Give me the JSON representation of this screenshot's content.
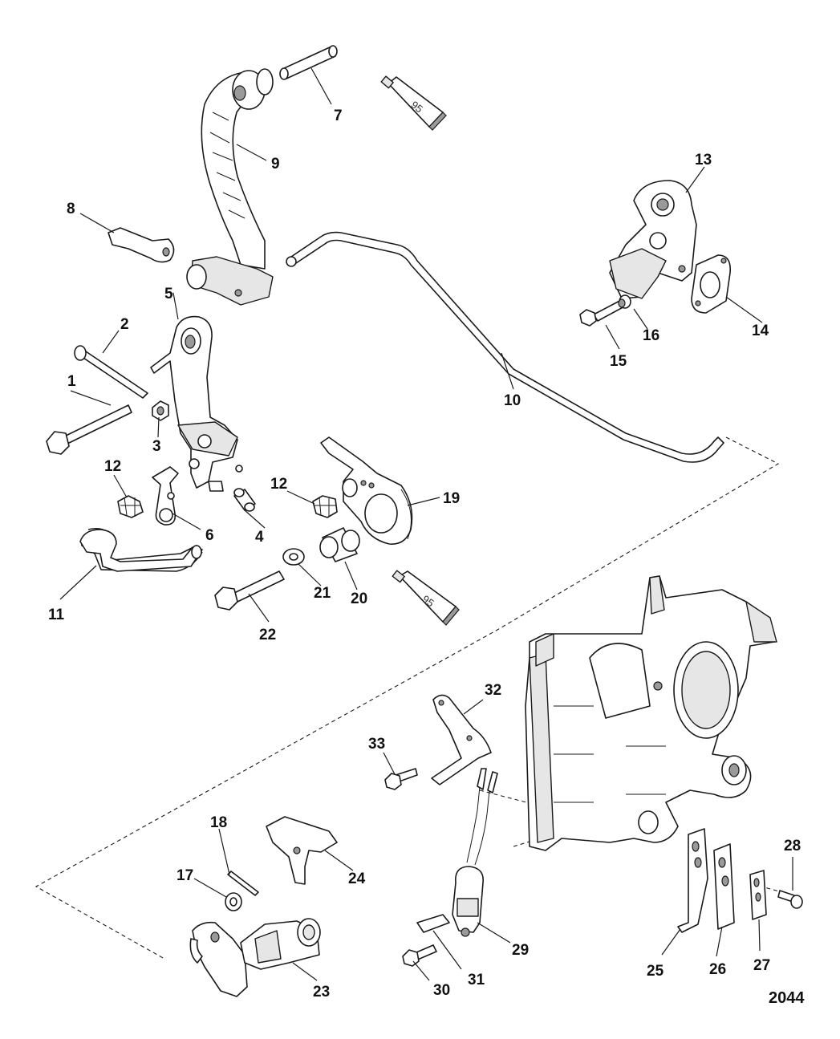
{
  "figure_number": "2044",
  "callouts": [
    "1",
    "2",
    "3",
    "4",
    "5",
    "6",
    "7",
    "8",
    "9",
    "10",
    "11",
    "12",
    "12",
    "13",
    "14",
    "15",
    "16",
    "17",
    "18",
    "19",
    "20",
    "21",
    "22",
    "23",
    "24",
    "25",
    "26",
    "27",
    "28",
    "29",
    "30",
    "31",
    "32",
    "33"
  ],
  "tube_labels": [
    "95",
    "95"
  ],
  "parts": [
    {
      "id": "pin",
      "icon": "pin-icon"
    },
    {
      "id": "tube-sealant-top",
      "icon": "sealant-tube-icon"
    },
    {
      "id": "lever-arm",
      "icon": "lever-arm-icon"
    },
    {
      "id": "link-rod",
      "icon": "link-rod-icon"
    },
    {
      "id": "clip",
      "icon": "clip-icon"
    },
    {
      "id": "throttle-arm",
      "icon": "throttle-arm-icon"
    },
    {
      "id": "bolts",
      "icon": "bolt-icon"
    },
    {
      "id": "cam-plate",
      "icon": "cam-plate-icon"
    },
    {
      "id": "hose",
      "icon": "hose-icon"
    },
    {
      "id": "bracket-13",
      "icon": "bracket-icon"
    },
    {
      "id": "gasket-14",
      "icon": "gasket-icon"
    },
    {
      "id": "sensor-23",
      "icon": "sensor-icon"
    },
    {
      "id": "switch-29",
      "icon": "switch-icon"
    },
    {
      "id": "plate-32",
      "icon": "bracket-plate-icon"
    },
    {
      "id": "housing",
      "icon": "intake-housing-icon"
    },
    {
      "id": "shims",
      "icon": "shim-icon"
    }
  ]
}
